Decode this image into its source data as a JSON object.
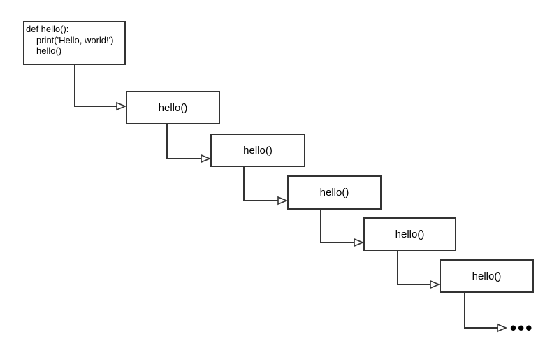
{
  "diagram": {
    "code_box": {
      "lines": [
        "def hello():",
        "print('Hello, world!')",
        "hello()"
      ]
    },
    "call_boxes": [
      {
        "label": "hello()"
      },
      {
        "label": "hello()"
      },
      {
        "label": "hello()"
      },
      {
        "label": "hello()"
      },
      {
        "label": "hello()"
      }
    ],
    "ellipsis": "•••",
    "colors": {
      "line": "#333333",
      "text": "#000000",
      "background": "#ffffff"
    }
  }
}
